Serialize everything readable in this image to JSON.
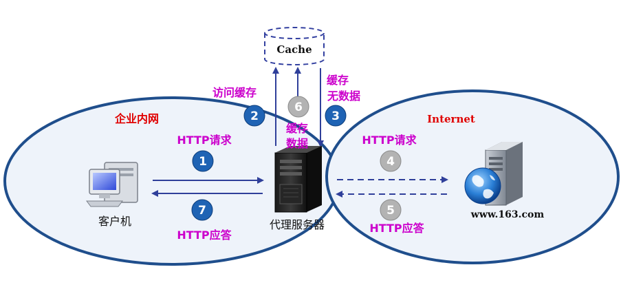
{
  "colors": {
    "ellipse_stroke": "#1f4e8c",
    "ellipse_fill": "#eef3fa",
    "arrow": "#2f3f9a",
    "badge_blue": "#1f63b4",
    "badge_gray": "#b3b3b3",
    "magenta": "#cc00cc",
    "red": "#e00000",
    "cache_border": "#3340a0",
    "dark_text": "#111111"
  },
  "cache": {
    "label": "Cache"
  },
  "intranet": {
    "title": "企业内网"
  },
  "internet": {
    "title": "Internet",
    "host": "www.163.com"
  },
  "client": {
    "label": "客户机",
    "icon": "desktop-computer-icon"
  },
  "proxy": {
    "label": "代理服务器",
    "icon": "server-tower-icon"
  },
  "remote_server": {
    "icon": "web-server-globe-icon"
  },
  "steps": [
    {
      "number": "1",
      "label": "HTTP请求",
      "badge": "blue"
    },
    {
      "number": "2",
      "label": "访问缓存",
      "badge": "blue"
    },
    {
      "number": "3",
      "label_line1": "缓存",
      "label_line2": "无数据",
      "badge": "blue"
    },
    {
      "number": "4",
      "label": "HTTP请求",
      "badge": "gray"
    },
    {
      "number": "5",
      "label": "HTTP应答",
      "badge": "gray"
    },
    {
      "number": "6",
      "label_line1": "缓存",
      "label_line2": "数据",
      "badge": "gray"
    },
    {
      "number": "7",
      "label": "HTTP应答",
      "badge": "blue"
    }
  ]
}
